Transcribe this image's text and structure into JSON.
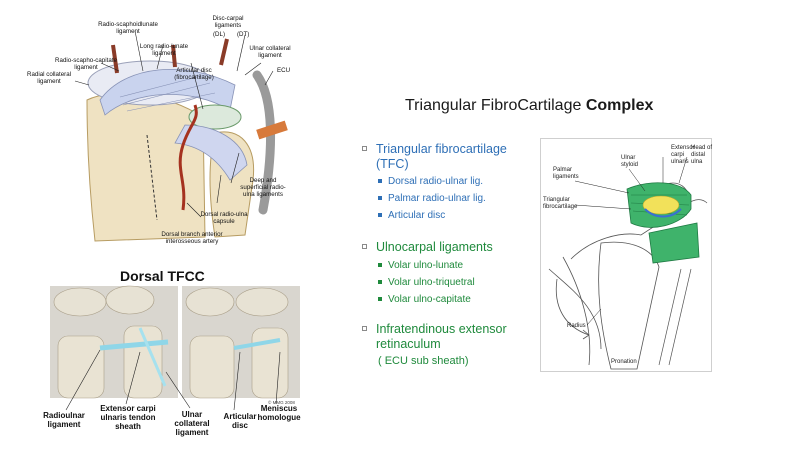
{
  "slide": {
    "title_prefix": "Triangular FibroCartilage ",
    "title_bold": "Complex",
    "bullets": [
      {
        "text_line1": "Triangular fibrocartilage",
        "text_line2": "(TFC)",
        "subs": [
          "Dorsal radio-ulnar lig.",
          "Palmar radio-ulnar lig.",
          "Articular disc"
        ]
      },
      {
        "text_line1": "Ulnocarpal ligaments",
        "subs": [
          "Volar ulno-lunate",
          "Volar ulno-triquetral",
          "Volar ulno-capitate"
        ]
      },
      {
        "text_line1": "Infratendinous extensor",
        "text_line2": "retinaculum",
        "note": "( ECU sub sheath)"
      }
    ],
    "colors": {
      "blue": "#2e6fb6",
      "green": "#1f8a3c"
    }
  },
  "fig1": {
    "labels": {
      "radio_scaphoidlunate": "Radio-scaphoidlunate ligament",
      "disc_carpal": "Disc-carpal ligaments",
      "dl": "(DL)",
      "dt": "(DT)",
      "long_radio_lunate": "Long radio-lunate ligament",
      "radio_scapho_capitate": "Radio-scapho-capitate ligament",
      "ulnar_collateral": "Ulnar collateral ligament",
      "ecu": "ECU",
      "radial_collateral": "Radial collateral ligament",
      "articular_disc": "Articular disc (fibrocartilage)",
      "deep_superficial": "Deep and superficial radio-ulna ligaments",
      "dorsal_radio_ulna": "Dorsal radio-ulna capsule",
      "dorsal_branch": "Dorsal branch anterior interosseous artery"
    }
  },
  "fig2": {
    "title": "Dorsal TFCC",
    "copyright": "© MMG 2008",
    "labels": {
      "radioulnar": "Radioulnar ligament",
      "extensor": "Extensor carpi ulnaris tendon sheath",
      "ulnar_collateral": "Ulnar collateral ligament",
      "articular": "Articular disc",
      "meniscus": "Meniscus homologue"
    }
  },
  "fig3": {
    "labels": {
      "extensor": "Extensor carpi ulnaris",
      "head": "Head of distal ulna",
      "ulnar_styloid": "Ulnar styloid",
      "palmar": "Palmar ligaments",
      "triangular": "Triangular fibrocartilage",
      "radius": "Radius",
      "pronation": "Pronation"
    }
  }
}
